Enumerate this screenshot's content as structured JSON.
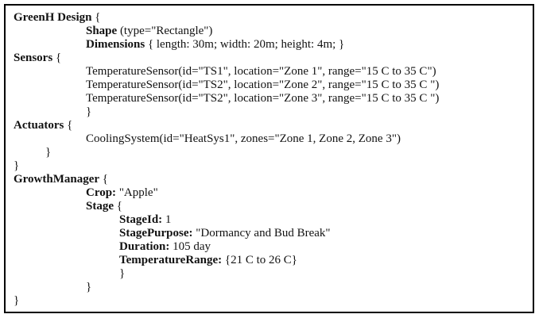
{
  "panel": {
    "border_color": "#000000",
    "background_color": "#ffffff",
    "text_color": "#121212"
  },
  "code_block": {
    "language_hint": "greenhouse-dsl-listing",
    "lines": [
      {
        "indent": 0,
        "segments": [
          {
            "text": "GreenH Design",
            "bold": true
          },
          {
            "text": " {",
            "bold": false
          }
        ]
      },
      {
        "indent": 2,
        "segments": [
          {
            "text": "Shape",
            "bold": true
          },
          {
            "text": " (type=\"Rectangle\")",
            "bold": false
          }
        ]
      },
      {
        "indent": 2,
        "segments": [
          {
            "text": "Dimensions",
            "bold": true
          },
          {
            "text": " { length: 30m; width: 20m; height: 4m; }",
            "bold": false
          }
        ]
      },
      {
        "indent": 0,
        "segments": [
          {
            "text": "Sensors",
            "bold": true
          },
          {
            "text": " {",
            "bold": false
          }
        ]
      },
      {
        "indent": 2,
        "segments": [
          {
            "text": "TemperatureSensor(id=\"TS1\", location=\"Zone 1\", range=\"15 C to 35 C\")",
            "bold": false
          }
        ]
      },
      {
        "indent": 2,
        "segments": [
          {
            "text": "TemperatureSensor(id=\"TS2\", location=\"Zone 2\", range=\"15 C to 35 C \")",
            "bold": false
          }
        ]
      },
      {
        "indent": 2,
        "segments": [
          {
            "text": "TemperatureSensor(id=\"TS2\", location=\"Zone 3\", range=\"15 C to 35 C \")",
            "bold": false
          }
        ]
      },
      {
        "indent": 2,
        "segments": [
          {
            "text": "}",
            "bold": false
          }
        ]
      },
      {
        "indent": 0,
        "segments": [
          {
            "text": "Actuators",
            "bold": true
          },
          {
            "text": " {",
            "bold": false
          }
        ]
      },
      {
        "indent": 2,
        "segments": [
          {
            "text": "CoolingSystem(id=\"HeatSys1\", zones=\"Zone 1, Zone 2, Zone 3\")",
            "bold": false
          }
        ]
      },
      {
        "indent": 1,
        "segments": [
          {
            "text": "}",
            "bold": false
          }
        ]
      },
      {
        "indent": 0,
        "segments": [
          {
            "text": "}",
            "bold": false
          }
        ]
      },
      {
        "indent": 0,
        "segments": [
          {
            "text": "GrowthManager",
            "bold": true
          },
          {
            "text": " {",
            "bold": false
          }
        ]
      },
      {
        "indent": 2,
        "segments": [
          {
            "text": "Crop:",
            "bold": true
          },
          {
            "text": " \"Apple\"",
            "bold": false
          }
        ]
      },
      {
        "indent": 2,
        "segments": [
          {
            "text": "Stage",
            "bold": true
          },
          {
            "text": " {",
            "bold": false
          }
        ]
      },
      {
        "indent": 3,
        "segments": [
          {
            "text": "StageId:",
            "bold": true
          },
          {
            "text": " 1",
            "bold": false
          }
        ]
      },
      {
        "indent": 3,
        "segments": [
          {
            "text": "StagePurpose:",
            "bold": true
          },
          {
            "text": " \"Dormancy and Bud Break\"",
            "bold": false
          }
        ]
      },
      {
        "indent": 3,
        "segments": [
          {
            "text": "Duration:",
            "bold": true
          },
          {
            "text": " 105 day",
            "bold": false
          }
        ]
      },
      {
        "indent": 3,
        "segments": [
          {
            "text": "TemperatureRange:",
            "bold": true
          },
          {
            "text": " {21 C to 26 C}",
            "bold": false
          }
        ]
      },
      {
        "indent": 3,
        "segments": [
          {
            "text": "}",
            "bold": false
          }
        ]
      },
      {
        "indent": 2,
        "segments": [
          {
            "text": "}",
            "bold": false
          }
        ]
      },
      {
        "indent": 0,
        "segments": [
          {
            "text": "}",
            "bold": false
          }
        ]
      }
    ]
  }
}
